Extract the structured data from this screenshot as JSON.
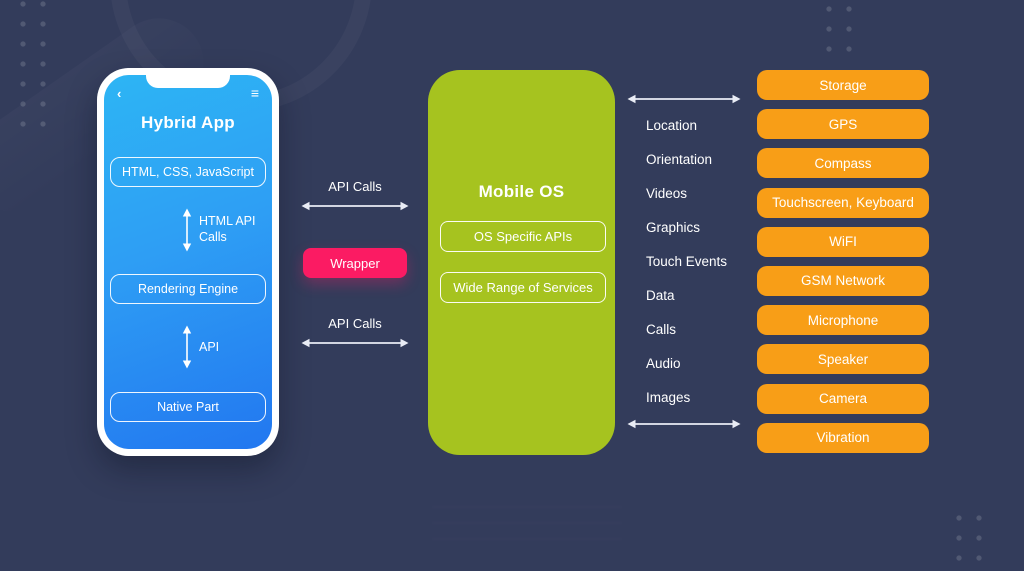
{
  "colors": {
    "background": "#333c5b",
    "phone_screen_top": "#2db5f4",
    "phone_screen_bottom": "#2277f0",
    "mobile_os_green": "#a6c31f",
    "device_orange": "#f89e17",
    "wrapper_pink": "#fb1b63",
    "text": "#ffffff"
  },
  "phone": {
    "back_icon": "‹",
    "menu_icon": "≡",
    "title": "Hybrid App",
    "web_layer": "HTML, CSS, JavaScript",
    "html_api_calls_line1": "HTML API",
    "html_api_calls_line2": "Calls",
    "rendering_engine": "Rendering Engine",
    "api_label": "API",
    "native_part": "Native Part"
  },
  "bridge": {
    "api_calls_top": "API Calls",
    "wrapper": "Wrapper",
    "api_calls_bottom": "API Calls"
  },
  "mobile_os": {
    "title": "Mobile OS",
    "os_specific_apis": "OS Specific APIs",
    "wide_range_of_services": "Wide Range of Services"
  },
  "capabilities": [
    "Location",
    "Orientation",
    "Videos",
    "Graphics",
    "Touch Events",
    "Data",
    "Calls",
    "Audio",
    "Images"
  ],
  "devices": [
    "Storage",
    "GPS",
    "Compass",
    "Touchscreen, Keyboard",
    "WiFI",
    "GSM Network",
    "Microphone",
    "Speaker",
    "Camera",
    "Vibration"
  ]
}
